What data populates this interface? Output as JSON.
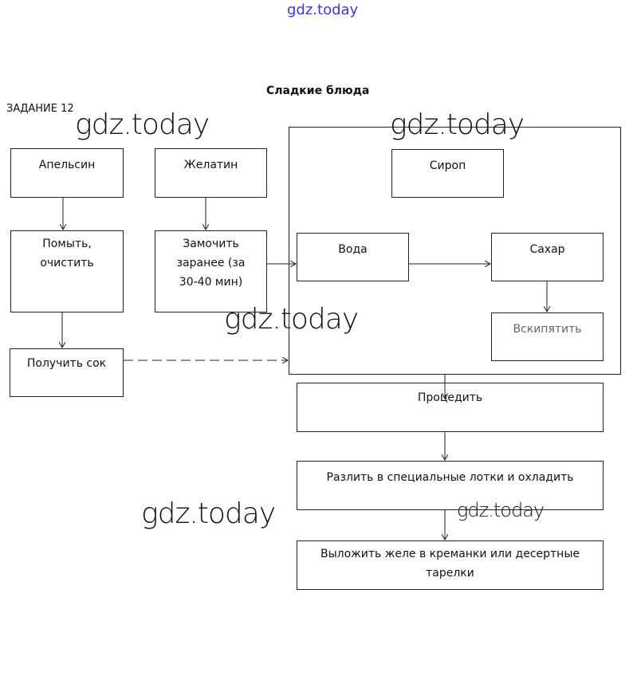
{
  "watermark": "gdz.today",
  "title": "Сладкие блюда",
  "task_label": "ЗАДАНИЕ 12",
  "group_label": "Сироп",
  "nodes": {
    "orange": "Апельсин",
    "gelatin": "Желатин",
    "wash": "Помыть, очистить",
    "soak": "Замочить заранее (за 30-40 мин)",
    "water": "Вода",
    "sugar": "Сахар",
    "boil": "Вскипятить",
    "juice": "Получить сок",
    "strain": "Процедить",
    "pour": "Разлить в специальные  лотки и охладить",
    "serve": "Выложить желе в креманки или десертные тарелки"
  },
  "colors": {
    "watermark_top": "#3a3ad8"
  }
}
